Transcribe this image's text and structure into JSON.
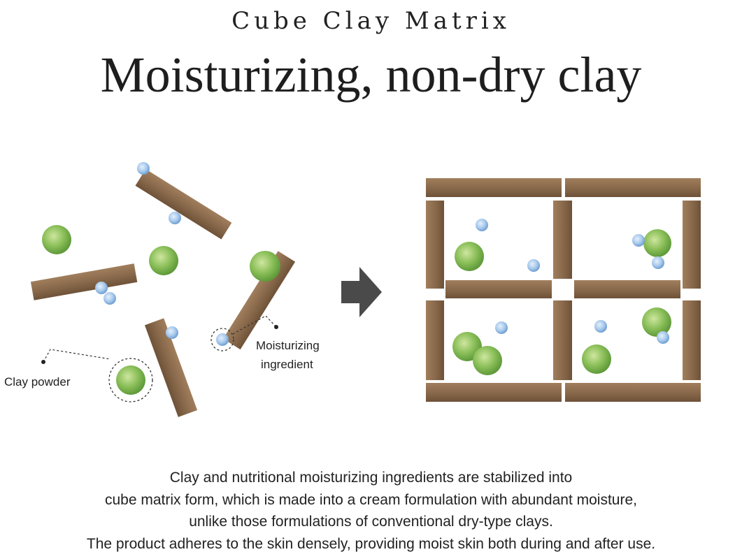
{
  "header": {
    "subtitle": "Cube Clay Matrix",
    "title": "Moisturizing, non-dry clay"
  },
  "diagram": {
    "labels": {
      "clay_powder": "Clay powder",
      "moisturizing_line1": "Moisturizing",
      "moisturizing_line2": "ingredient"
    },
    "colors": {
      "clay_brown": "#8a6a4c",
      "clay_green": "#8cc05a",
      "moisture_blue": "#a8c9ec",
      "arrow": "#4a4a4a"
    }
  },
  "description": {
    "lines": [
      "Clay and nutritional moisturizing ingredients are stabilized into",
      "cube matrix form, which is made into a cream formulation with abundant moisture,",
      "unlike those formulations of conventional dry-type clays.",
      "The product adheres to the skin densely, providing moist skin both during and after use."
    ]
  }
}
